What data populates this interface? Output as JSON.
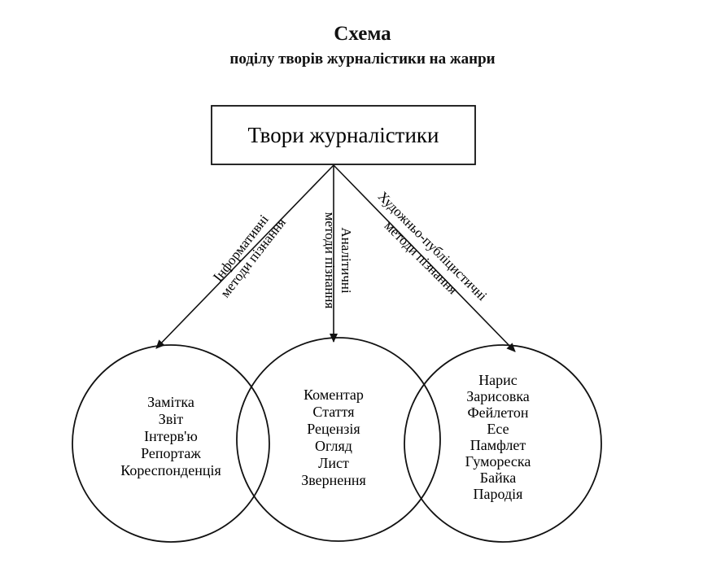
{
  "title": "Схема",
  "subtitle": "поділу творів журналістики на жанри",
  "root": "Твори журналістики",
  "branches": [
    {
      "line1": "Інформативні",
      "line2": "методи пізнання"
    },
    {
      "line1": "Аналітичні",
      "line2": "методи пізнання"
    },
    {
      "line1": "Художньо-публіцистичні",
      "line2": "методи пізнання"
    }
  ],
  "groups": [
    {
      "items": [
        "Замітка",
        "Звіт",
        "Інтерв'ю",
        "Репортаж",
        "Кореспонденція"
      ]
    },
    {
      "items": [
        "Коментар",
        "Стаття",
        "Рецензія",
        "Огляд",
        "Лист",
        "Звернення"
      ]
    },
    {
      "items": [
        "Нарис",
        "Зарисовка",
        "Фейлетон",
        "Есе",
        "Памфлет",
        "Гумореска",
        "Байка",
        "Пародія"
      ]
    }
  ]
}
